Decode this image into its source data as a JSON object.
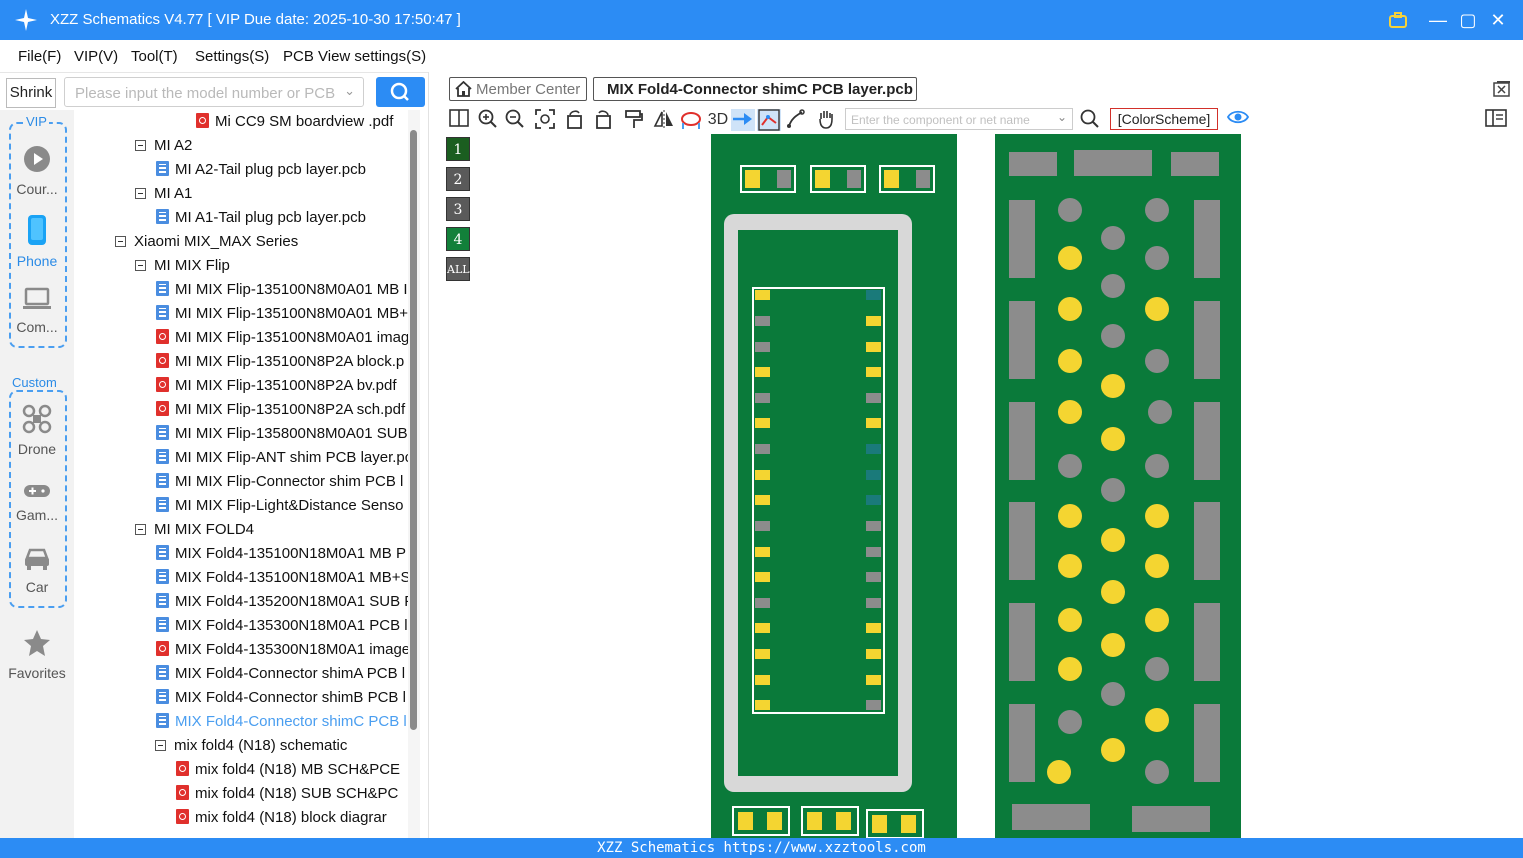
{
  "window": {
    "title": "XZZ Schematics V4.77 [ VIP Due date: 2025-10-30 17:50:47 ]"
  },
  "menu": [
    "File(F)",
    "VIP(V)",
    "Tool(T)",
    "Settings(S)",
    "PCB View settings(S)"
  ],
  "sidebar": {
    "shrink_label": "Shrink",
    "vip_title": "VIP",
    "custom_title": "Custom",
    "vip_items": [
      {
        "label": "Cour...",
        "icon": "play-circle-icon"
      },
      {
        "label": "Phone",
        "icon": "phone-icon"
      },
      {
        "label": "Com...",
        "icon": "laptop-icon"
      }
    ],
    "custom_items": [
      {
        "label": "Drone",
        "icon": "drone-icon"
      },
      {
        "label": "Gam...",
        "icon": "gamepad-icon"
      },
      {
        "label": "Car",
        "icon": "car-icon"
      }
    ],
    "favorites_label": "Favorites"
  },
  "search": {
    "placeholder": "Please input the model number or PCB"
  },
  "tree": [
    {
      "label": "Mi CC9 SM boardview .pdf",
      "type": "pdf"
    },
    {
      "label": "MI A2",
      "type": "folder"
    },
    {
      "label": "MI A2-Tail plug pcb layer.pcb",
      "type": "pcb"
    },
    {
      "label": "MI A1",
      "type": "folder"
    },
    {
      "label": "MI A1-Tail plug pcb layer.pcb",
      "type": "pcb"
    },
    {
      "label": "Xiaomi MIX_MAX Series",
      "type": "folder"
    },
    {
      "label": "MI MIX Flip",
      "type": "folder"
    },
    {
      "label": "MI MIX Flip-135100N8M0A01 MB I",
      "type": "pcb"
    },
    {
      "label": "MI MIX Flip-135100N8M0A01 MB+",
      "type": "pcb"
    },
    {
      "label": "MI MIX Flip-135100N8M0A01 imag",
      "type": "pdf"
    },
    {
      "label": "MI MIX Flip-135100N8P2A block.p",
      "type": "pdf"
    },
    {
      "label": "MI MIX Flip-135100N8P2A bv.pdf",
      "type": "pdf"
    },
    {
      "label": "MI MIX Flip-135100N8P2A sch.pdf",
      "type": "pdf"
    },
    {
      "label": "MI MIX Flip-135800N8M0A01 SUB",
      "type": "pcb"
    },
    {
      "label": "MI MIX Flip-ANT shim PCB layer.pc",
      "type": "pcb"
    },
    {
      "label": "MI MIX Flip-Connector shim PCB l",
      "type": "pcb"
    },
    {
      "label": "MI MIX Flip-Light&Distance Senso",
      "type": "pcb"
    },
    {
      "label": "MI MIX FOLD4",
      "type": "folder"
    },
    {
      "label": "MIX Fold4-135100N18M0A1 MB P",
      "type": "pcb"
    },
    {
      "label": "MIX Fold4-135100N18M0A1 MB+S",
      "type": "pcb"
    },
    {
      "label": "MIX Fold4-135200N18M0A1 SUB P",
      "type": "pcb"
    },
    {
      "label": "MIX Fold4-135300N18M0A1 PCB l",
      "type": "pcb"
    },
    {
      "label": "MIX Fold4-135300N18M0A1 image",
      "type": "pdf"
    },
    {
      "label": "MIX Fold4-Connector shimA PCB l",
      "type": "pcb"
    },
    {
      "label": "MIX Fold4-Connector shimB PCB l",
      "type": "pcb"
    },
    {
      "label": "MIX Fold4-Connector shimC PCB l",
      "type": "pcb",
      "selected": true
    },
    {
      "label": "mix fold4 (N18) schematic",
      "type": "folder"
    },
    {
      "label": "mix fold4 (N18) MB SCH&PCE",
      "type": "pdf"
    },
    {
      "label": "mix fold4 (N18) SUB SCH&PC",
      "type": "pdf"
    },
    {
      "label": "mix fold4 (N18) block diagrar",
      "type": "pdf"
    }
  ],
  "tabs": {
    "member_center": "Member Center",
    "active_file": "MIX Fold4-Connector shimC PCB layer.pcb"
  },
  "toolbar": {
    "three_d_label": "3D",
    "component_placeholder": "Enter the component or net name",
    "color_scheme_label": "[ColorScheme]"
  },
  "layers": [
    {
      "label": "1",
      "color": "#1b5e20"
    },
    {
      "label": "2",
      "color": "#5a5a5a"
    },
    {
      "label": "3",
      "color": "#5a5a5a"
    },
    {
      "label": "4",
      "color": "#12803a"
    },
    {
      "label": "ALL",
      "color": "#5a5a5a"
    }
  ],
  "colors": {
    "accent": "#2c8cf4",
    "board_green": "#0a7a3a",
    "pad_yellow": "#f4d531",
    "pad_gray": "#8c8c8c",
    "via_teal": "#1a7a7a"
  },
  "status": {
    "text": "XZZ Schematics https://www.xzztools.com"
  }
}
